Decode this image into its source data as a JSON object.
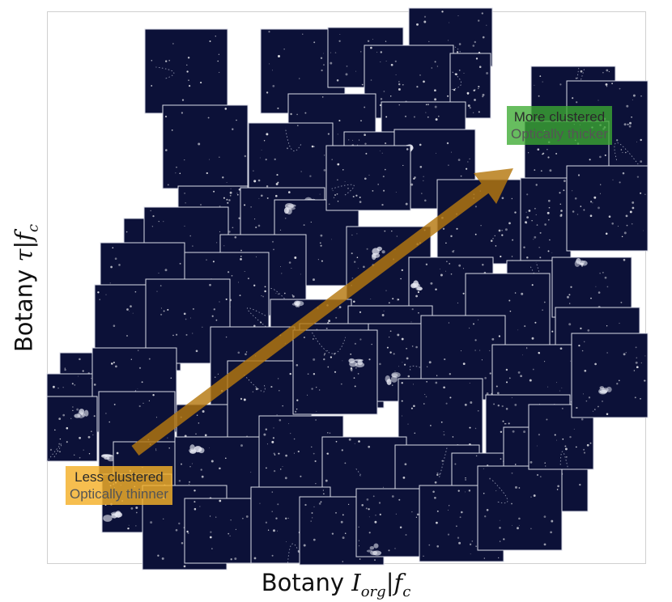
{
  "axes": {
    "x_prefix": "Botany ",
    "x_symbol": "I",
    "x_subscript": "org",
    "x_suffix": "|",
    "x_condition": "f",
    "x_condition_sub": "c",
    "y_prefix": "Botany ",
    "y_symbol": "τ",
    "y_suffix": "|",
    "y_condition": "f",
    "y_condition_sub": "c"
  },
  "annotations": {
    "low": {
      "line1": "Less clustered",
      "line2": "Optically thinner",
      "color": "#f4b028"
    },
    "high": {
      "line1": "More clustered",
      "line2": "Optically thicker",
      "color": "#3caa32"
    }
  },
  "arrow": {
    "color": "#b5780f"
  },
  "tiles": {
    "fill": "#0c1138",
    "border": "#d8dae6"
  }
}
